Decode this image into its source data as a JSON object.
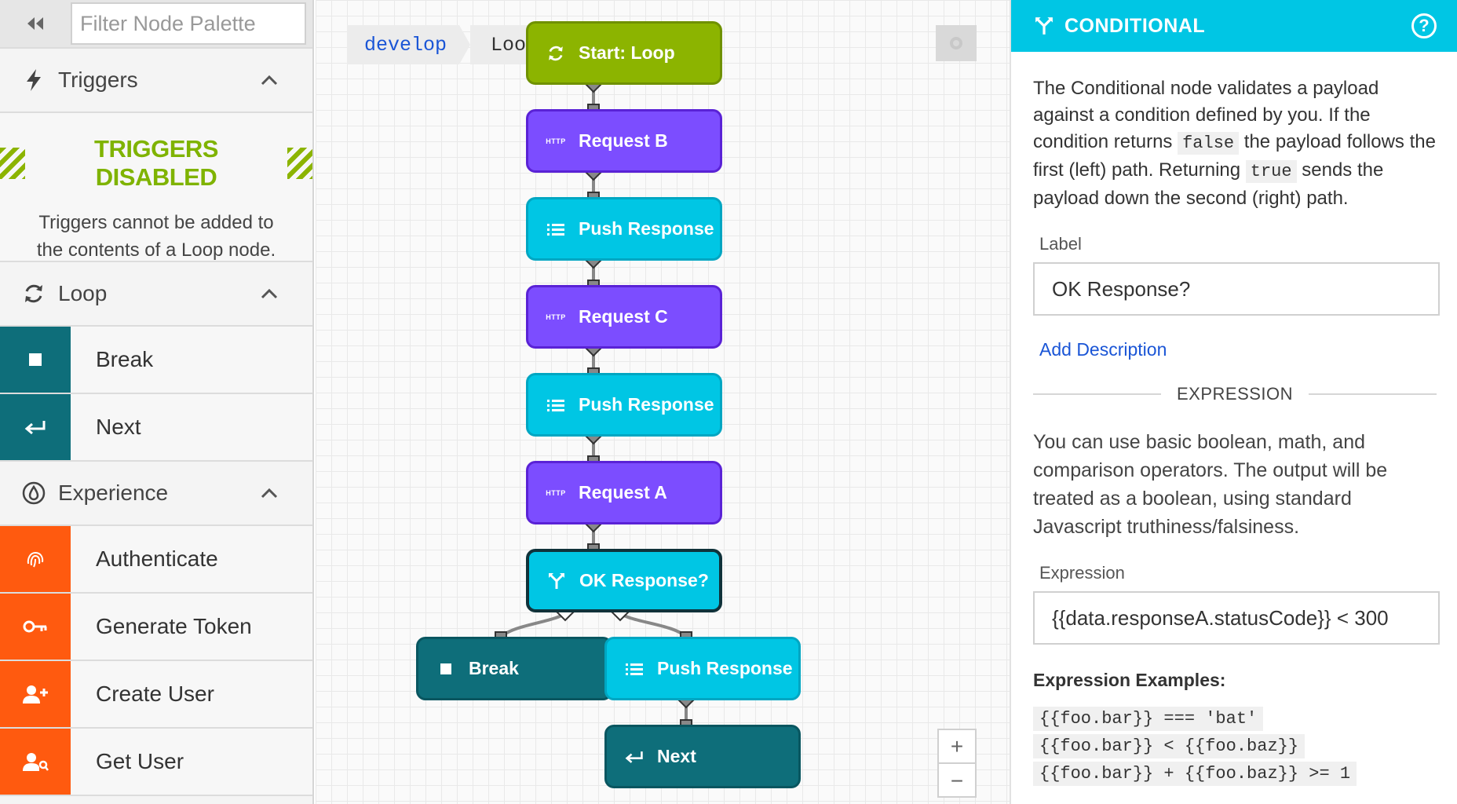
{
  "palette": {
    "filter_placeholder": "Filter Node Palette",
    "sections": {
      "triggers": "Triggers",
      "loop": "Loop",
      "experience": "Experience"
    },
    "triggers_disabled": {
      "title": "TRIGGERS DISABLED",
      "text_line1": "Triggers cannot be added to",
      "text_line2": "the contents of a Loop node."
    },
    "loop_items": [
      "Break",
      "Next"
    ],
    "experience_items": [
      "Authenticate",
      "Generate Token",
      "Create User",
      "Get User"
    ]
  },
  "canvas": {
    "breadcrumbs": [
      "develop",
      "Loop"
    ],
    "nodes": {
      "start": "Start: Loop",
      "request_b": "Request B",
      "push_1": "Push Response",
      "request_c": "Request C",
      "push_2": "Push Response",
      "request_a": "Request A",
      "conditional": "OK Response?",
      "break": "Break",
      "push_3": "Push Response",
      "next": "Next"
    },
    "http_badge": "HTTP",
    "zoom_in": "+",
    "zoom_out": "−"
  },
  "panel": {
    "title": "CONDITIONAL",
    "help": "?",
    "desc": {
      "p1": "The Conditional node validates a payload against a condition defined by you. If the condition returns ",
      "code1": "false",
      "p2": " the payload follows the first (left) path. Returning ",
      "code2": "true",
      "p3": " sends the payload down the second (right) path."
    },
    "label_field": {
      "label": "Label",
      "value": "OK Response?"
    },
    "add_description": "Add Description",
    "expression_header": "EXPRESSION",
    "expression_help": "You can use basic boolean, math, and comparison operators. The output will be treated as a boolean, using standard Javascript truthiness/falsiness.",
    "expression_field": {
      "label": "Expression",
      "value": "{{data.responseA.statusCode}} < 300"
    },
    "examples_title": "Expression Examples:",
    "examples": [
      "{{foo.bar}} === 'bat'",
      "{{foo.bar}} < {{foo.baz}}",
      "{{foo.bar}} + {{foo.baz}} >= 1"
    ]
  },
  "colors": {
    "accent_cyan": "#00c6e4",
    "trigger_green": "#8cb400",
    "http_purple": "#7c4dff",
    "loop_teal": "#0e6e7a",
    "experience_orange": "#ff5a0f",
    "link_blue": "#1a55d6"
  }
}
